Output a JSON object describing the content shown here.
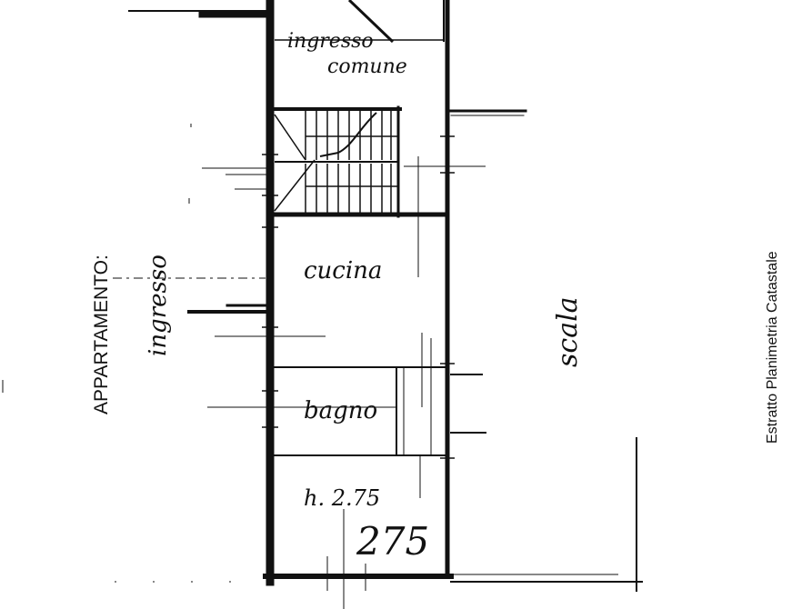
{
  "labels": {
    "ingresso": "ingresso",
    "comune": "comune",
    "cucina": "cucina",
    "bagno": "bagno",
    "height_label": "h. 2.75",
    "height_value": "275",
    "left_side": "APPARTAMENTO:",
    "left_note": "ingresso",
    "right_note": "scala",
    "vertical_right": "Estratto Planimetria Catastale"
  },
  "colors": {
    "ink": "#111111",
    "paper": "#ffffff"
  }
}
